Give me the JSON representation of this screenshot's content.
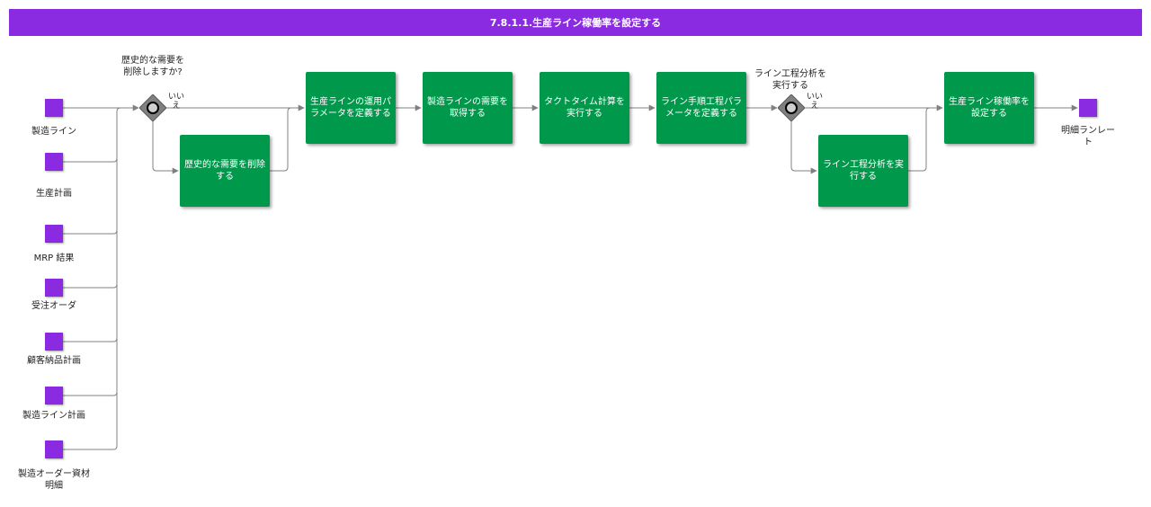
{
  "title": "7.8.1.1.生産ライン稼働率を設定する",
  "inputs": [
    {
      "id": "in1",
      "label": "製造ライン"
    },
    {
      "id": "in2",
      "label": "生産計画"
    },
    {
      "id": "in3",
      "label": "MRP 結果"
    },
    {
      "id": "in4",
      "label": "受注オーダ"
    },
    {
      "id": "in5",
      "label": "顧客納品計画"
    },
    {
      "id": "in6",
      "label": "製造ライン計画"
    },
    {
      "id": "in7",
      "label": "製造オーダー資材明細"
    }
  ],
  "gateways": [
    {
      "id": "gw1",
      "question": "歴史的な需要を削除しますか?",
      "no_label": "いいえ"
    },
    {
      "id": "gw2",
      "question": "ライン工程分析を実行する",
      "no_label": "いいえ"
    }
  ],
  "tasks": [
    {
      "id": "t1",
      "label": "歴史的な需要を削除する"
    },
    {
      "id": "t2",
      "label": "生産ラインの運用パラメータを定義する"
    },
    {
      "id": "t3",
      "label": "製造ラインの需要を取得する"
    },
    {
      "id": "t4",
      "label": "タクトタイム計算を実行する"
    },
    {
      "id": "t5",
      "label": "ライン手順工程パラメータを定義する"
    },
    {
      "id": "t6",
      "label": "ライン工程分析を実行する"
    },
    {
      "id": "t7",
      "label": "生産ライン稼働率を設定する"
    }
  ],
  "output": {
    "label": "明細ランレート"
  },
  "colors": {
    "header": "#8a2be2",
    "task": "#00994c",
    "data_object": "#8a2be2",
    "gateway": "#808080",
    "connector": "#808080"
  }
}
